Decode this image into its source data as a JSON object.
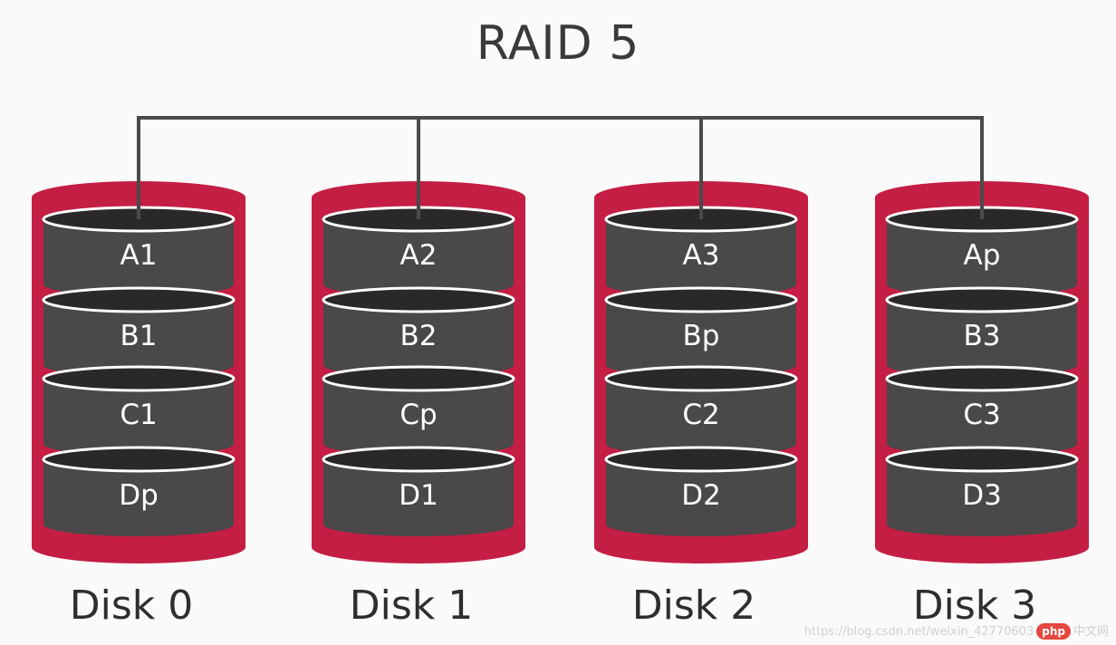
{
  "title": "RAID 5",
  "colors": {
    "disk_casing": "#c41e45",
    "segment_fill": "#4a4849",
    "segment_rim": "#ffffff",
    "connector": "#4a4a4a"
  },
  "disks": [
    {
      "label": "Disk 0",
      "segments": [
        "A1",
        "B1",
        "C1",
        "Dp"
      ]
    },
    {
      "label": "Disk 1",
      "segments": [
        "A2",
        "B2",
        "Cp",
        "D1"
      ]
    },
    {
      "label": "Disk 2",
      "segments": [
        "A3",
        "Bp",
        "C2",
        "D2"
      ]
    },
    {
      "label": "Disk 3",
      "segments": [
        "Ap",
        "B3",
        "C3",
        "D3"
      ]
    }
  ],
  "watermark": {
    "url": "https://blog.csdn.net/weixin_42770603",
    "badge": "php",
    "site": "中文网"
  }
}
